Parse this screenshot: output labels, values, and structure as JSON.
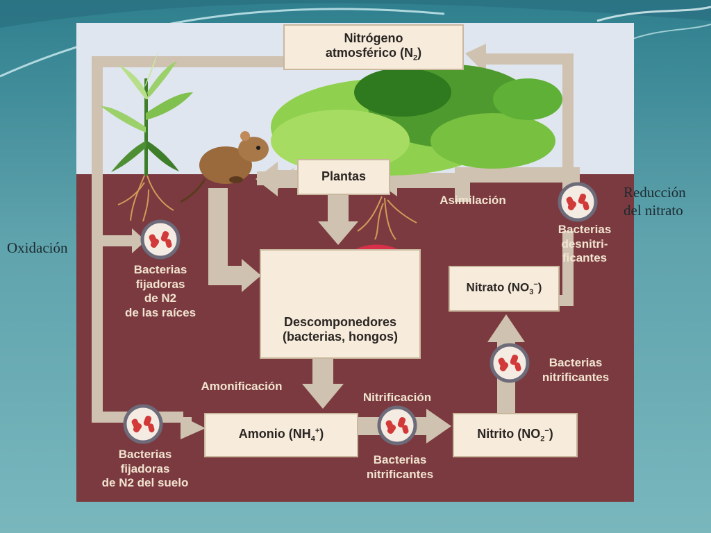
{
  "side_labels": {
    "left": "Oxidación",
    "right_line1": "Reducción",
    "right_line2": "del nitrato"
  },
  "boxes": {
    "nitrogen_line1": "Nitrógeno",
    "nitrogen_line2_pre": "atmosférico (N",
    "nitrogen_sub": "2",
    "nitrogen_post": ")",
    "plants": "Plantas",
    "decomposers_line1": "Descomponedores",
    "decomposers_line2": "(bacterias, hongos)",
    "ammonium_pre": "Amonio (NH",
    "ammonium_sub": "4",
    "ammonium_sup": "+",
    "ammonium_post": ")",
    "nitrite_pre": "Nitrito (NO",
    "nitrite_sub": "2",
    "nitrite_sup": "−",
    "nitrite_post": ")",
    "nitrate_pre": "Nitrato (NO",
    "nitrate_sub": "3",
    "nitrate_sup": "−",
    "nitrate_post": ")"
  },
  "labels": {
    "assimilation": "Asimilación",
    "denitrifying_1": "Bacterias",
    "denitrifying_2": "desnitri-",
    "denitrifying_3": "ficantes",
    "root_fixers_1": "Bacterias",
    "root_fixers_2": "fijadoras",
    "root_fixers_3": "de N2",
    "root_fixers_4": "de las raíces",
    "ammonification": "Amonificación",
    "nitrification": "Nitrificación",
    "nitrifying_right_1": "Bacterias",
    "nitrifying_right_2": "nitrificantes",
    "nitrifying_bottom_1": "Bacterias",
    "nitrifying_bottom_2": "nitrificantes",
    "soil_fixers_1": "Bacterias",
    "soil_fixers_2": "fijadoras",
    "soil_fixers_3": "de N2 del suelo"
  },
  "colors": {
    "sky": "#dfe6ef",
    "soil": "#7b3a3f",
    "box_fill": "#f7ecdc",
    "arrow": "#cfc2b0",
    "label_text": "#f1e4d1",
    "bacteria": "#d23a3a"
  }
}
